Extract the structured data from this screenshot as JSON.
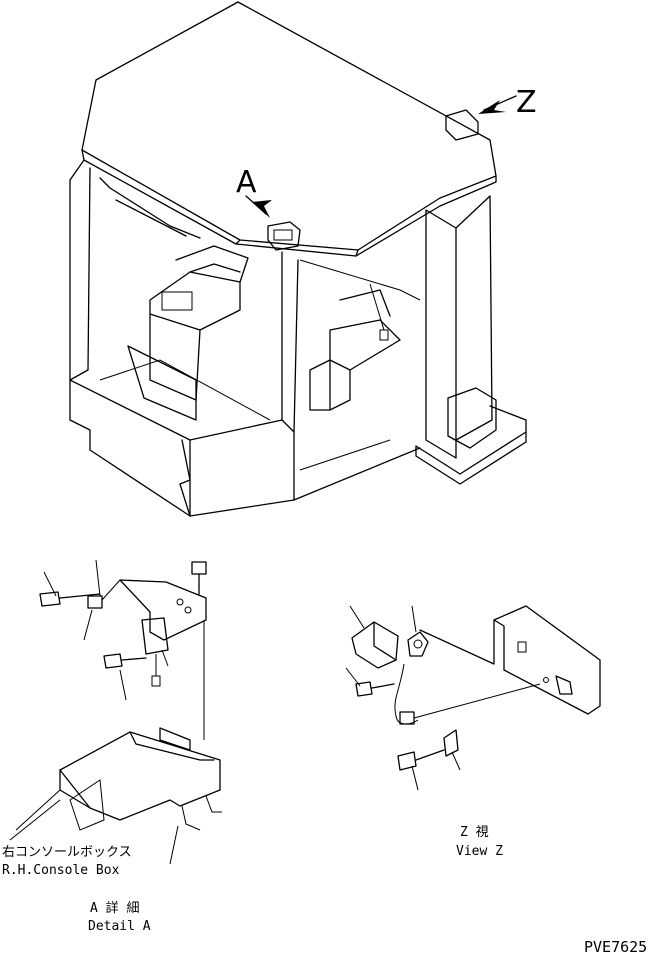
{
  "views": {
    "a_marker": "A",
    "z_marker": "Z"
  },
  "labels": {
    "console_jp": "右コンソールボックス",
    "console_en": "R.H.Console Box",
    "detail_a_jp": "A 詳 細",
    "detail_a_en": "Detail A",
    "view_z_jp": "Z 視",
    "view_z_en": "View Z"
  },
  "drawing_number": "PVE7625"
}
